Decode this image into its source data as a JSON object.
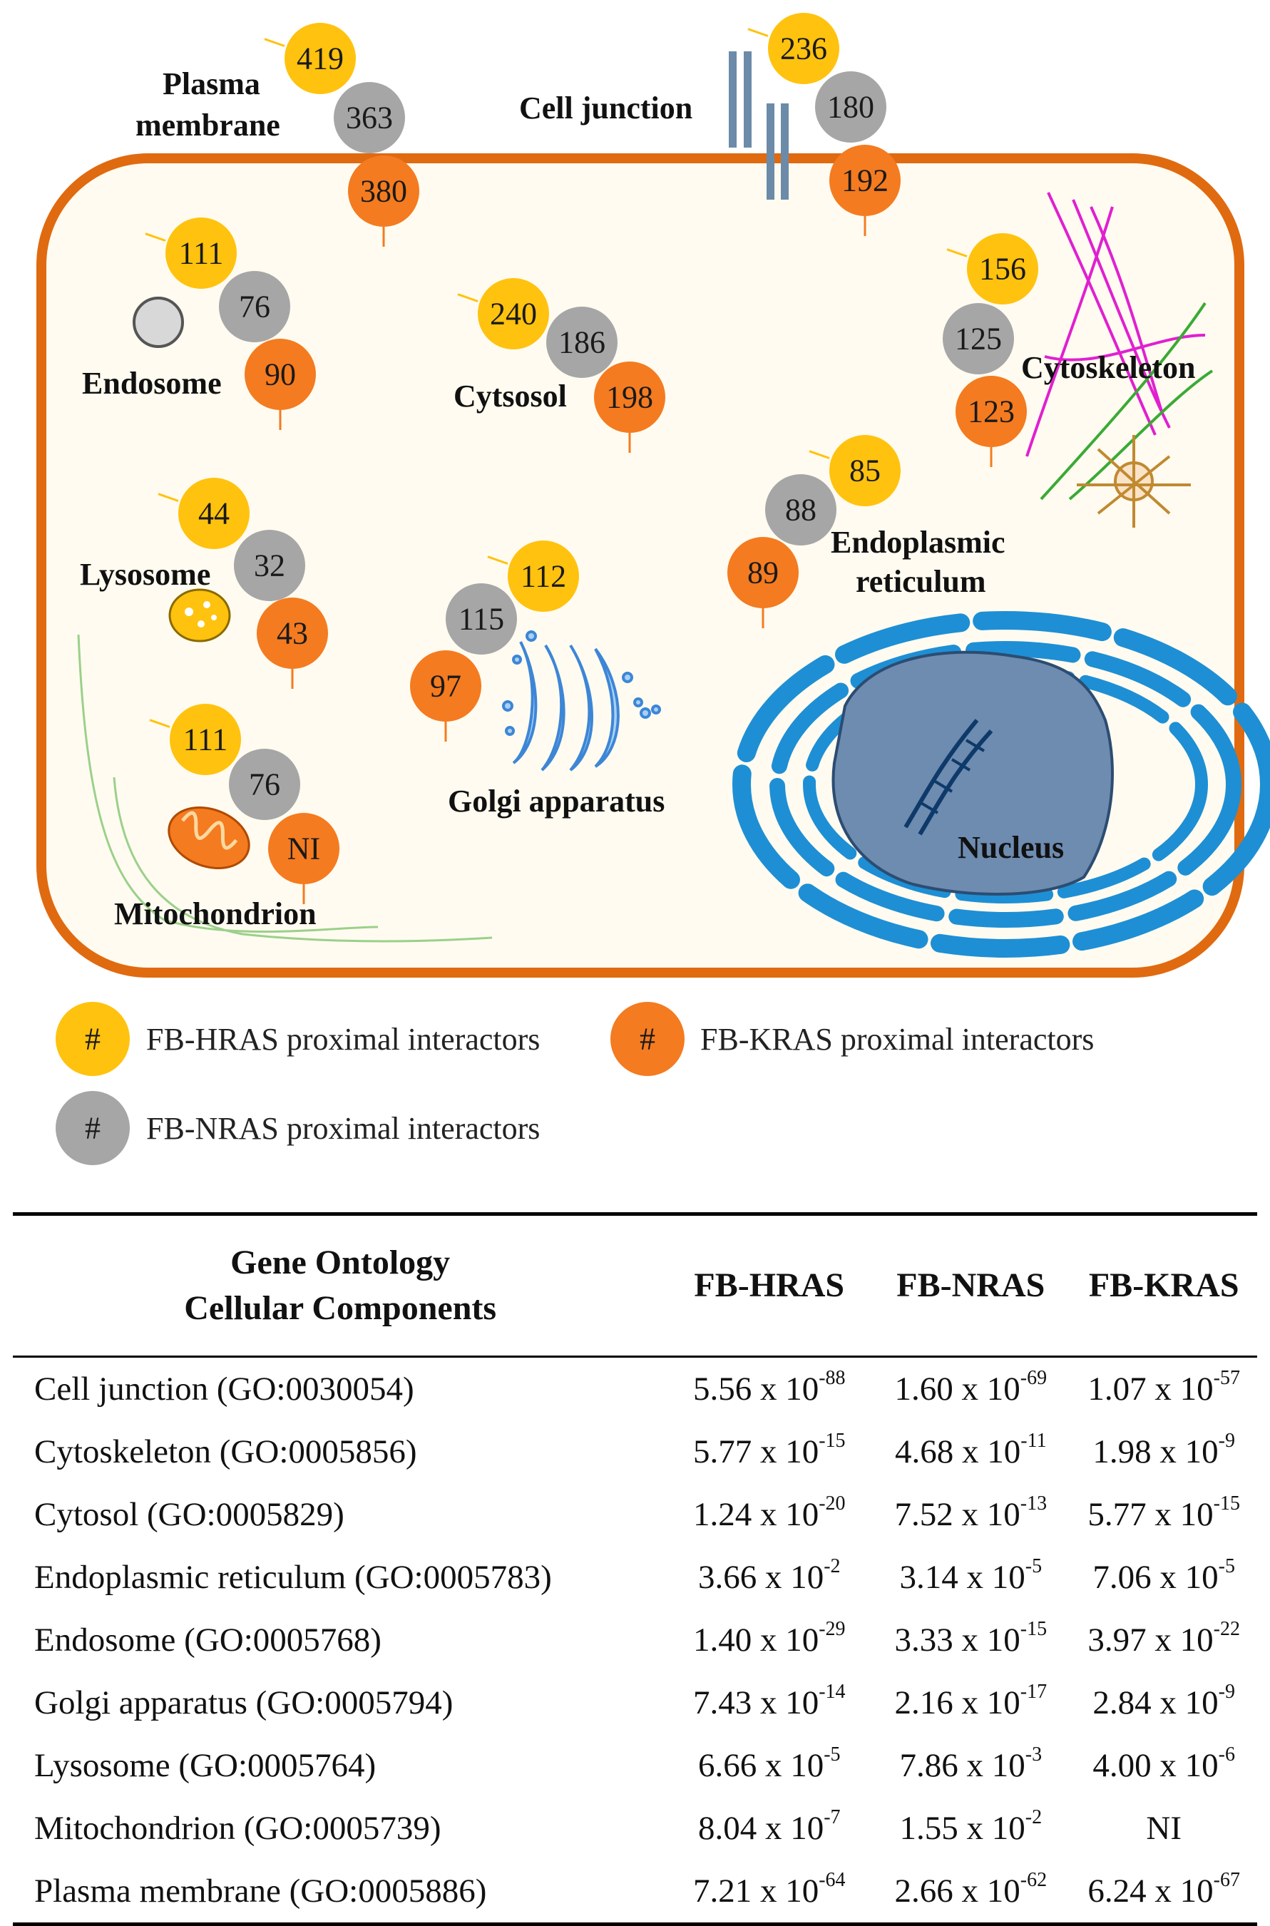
{
  "diagram": {
    "labels": {
      "plasma_membrane_1": "Plasma",
      "plasma_membrane_2": "membrane",
      "cell_junction": "Cell junction",
      "endosome": "Endosome",
      "cytosol": "Cytsosol",
      "cytoskeleton": "Cytoskeleton",
      "lysosome": "Lysosome",
      "er_1": "Endoplasmic",
      "er_2": "reticulum",
      "golgi": "Golgi apparatus",
      "mitochondrion": "Mitochondrion",
      "nucleus": "Nucleus"
    },
    "counts": {
      "plasma_membrane": {
        "hras": "419",
        "nras": "363",
        "kras": "380"
      },
      "cell_junction": {
        "hras": "236",
        "nras": "180",
        "kras": "192"
      },
      "endosome": {
        "hras": "111",
        "nras": "76",
        "kras": "90"
      },
      "cytosol": {
        "hras": "240",
        "nras": "186",
        "kras": "198"
      },
      "cytoskeleton": {
        "hras": "156",
        "nras": "125",
        "kras": "123"
      },
      "lysosome": {
        "hras": "44",
        "nras": "32",
        "kras": "43"
      },
      "er": {
        "hras": "85",
        "nras": "88",
        "kras": "89"
      },
      "golgi": {
        "hras": "112",
        "nras": "115",
        "kras": "97"
      },
      "mitochondrion": {
        "hras": "111",
        "nras": "76",
        "kras": "NI"
      }
    },
    "colors": {
      "hras": "#FFC20E",
      "nras": "#A6A6A6",
      "kras": "#F47B20",
      "membrane": "#E06A10",
      "cytoplasm": "#FFFBF0",
      "er": "#1E8FD4",
      "nucleus": "#6E8BB0",
      "cytoskeleton_magenta": "#E020D0",
      "cytoskeleton_green": "#3AAA35"
    }
  },
  "legend": {
    "hash": "#",
    "hras": "FB-HRAS proximal interactors",
    "kras": "FB-KRAS proximal interactors",
    "nras": "FB-NRAS proximal interactors"
  },
  "table": {
    "header": {
      "term_line1": "Gene Ontology",
      "term_line2": "Cellular Components",
      "hras": "FB-HRAS",
      "nras": "FB-NRAS",
      "kras": "FB-KRAS"
    },
    "rows": [
      {
        "term": "Cell junction (GO:0030054)",
        "hras": {
          "m": "5.56 x 10",
          "e": "-88"
        },
        "nras": {
          "m": "1.60 x 10",
          "e": "-69"
        },
        "kras": {
          "m": "1.07 x 10",
          "e": "-57"
        }
      },
      {
        "term": "Cytoskeleton (GO:0005856)",
        "hras": {
          "m": "5.77 x 10",
          "e": "-15"
        },
        "nras": {
          "m": "4.68 x 10",
          "e": "-11"
        },
        "kras": {
          "m": "1.98 x 10",
          "e": "-9"
        }
      },
      {
        "term": "Cytosol (GO:0005829)",
        "hras": {
          "m": "1.24 x 10",
          "e": "-20"
        },
        "nras": {
          "m": "7.52 x 10",
          "e": "-13"
        },
        "kras": {
          "m": "5.77 x 10",
          "e": "-15"
        }
      },
      {
        "term": "Endoplasmic reticulum (GO:0005783)",
        "hras": {
          "m": "3.66 x 10",
          "e": "-2"
        },
        "nras": {
          "m": "3.14 x 10",
          "e": "-5"
        },
        "kras": {
          "m": "7.06 x 10",
          "e": "-5"
        }
      },
      {
        "term": "Endosome (GO:0005768)",
        "hras": {
          "m": "1.40 x 10",
          "e": "-29"
        },
        "nras": {
          "m": "3.33 x 10",
          "e": "-15"
        },
        "kras": {
          "m": "3.97 x 10",
          "e": "-22"
        }
      },
      {
        "term": "Golgi apparatus (GO:0005794)",
        "hras": {
          "m": "7.43 x 10",
          "e": "-14"
        },
        "nras": {
          "m": "2.16 x 10",
          "e": "-17"
        },
        "kras": {
          "m": "2.84 x 10",
          "e": "-9"
        }
      },
      {
        "term": "Lysosome (GO:0005764)",
        "hras": {
          "m": "6.66 x 10",
          "e": "-5"
        },
        "nras": {
          "m": "7.86 x 10",
          "e": "-3"
        },
        "kras": {
          "m": "4.00 x 10",
          "e": "-6"
        }
      },
      {
        "term": "Mitochondrion (GO:0005739)",
        "hras": {
          "m": "8.04 x 10",
          "e": "-7"
        },
        "nras": {
          "m": "1.55 x 10",
          "e": "-2"
        },
        "kras": {
          "m": "NI",
          "e": ""
        }
      },
      {
        "term": "Plasma membrane (GO:0005886)",
        "hras": {
          "m": "7.21 x 10",
          "e": "-64"
        },
        "nras": {
          "m": "2.66 x 10",
          "e": "-62"
        },
        "kras": {
          "m": "6.24 x 10",
          "e": "-67"
        }
      }
    ]
  }
}
